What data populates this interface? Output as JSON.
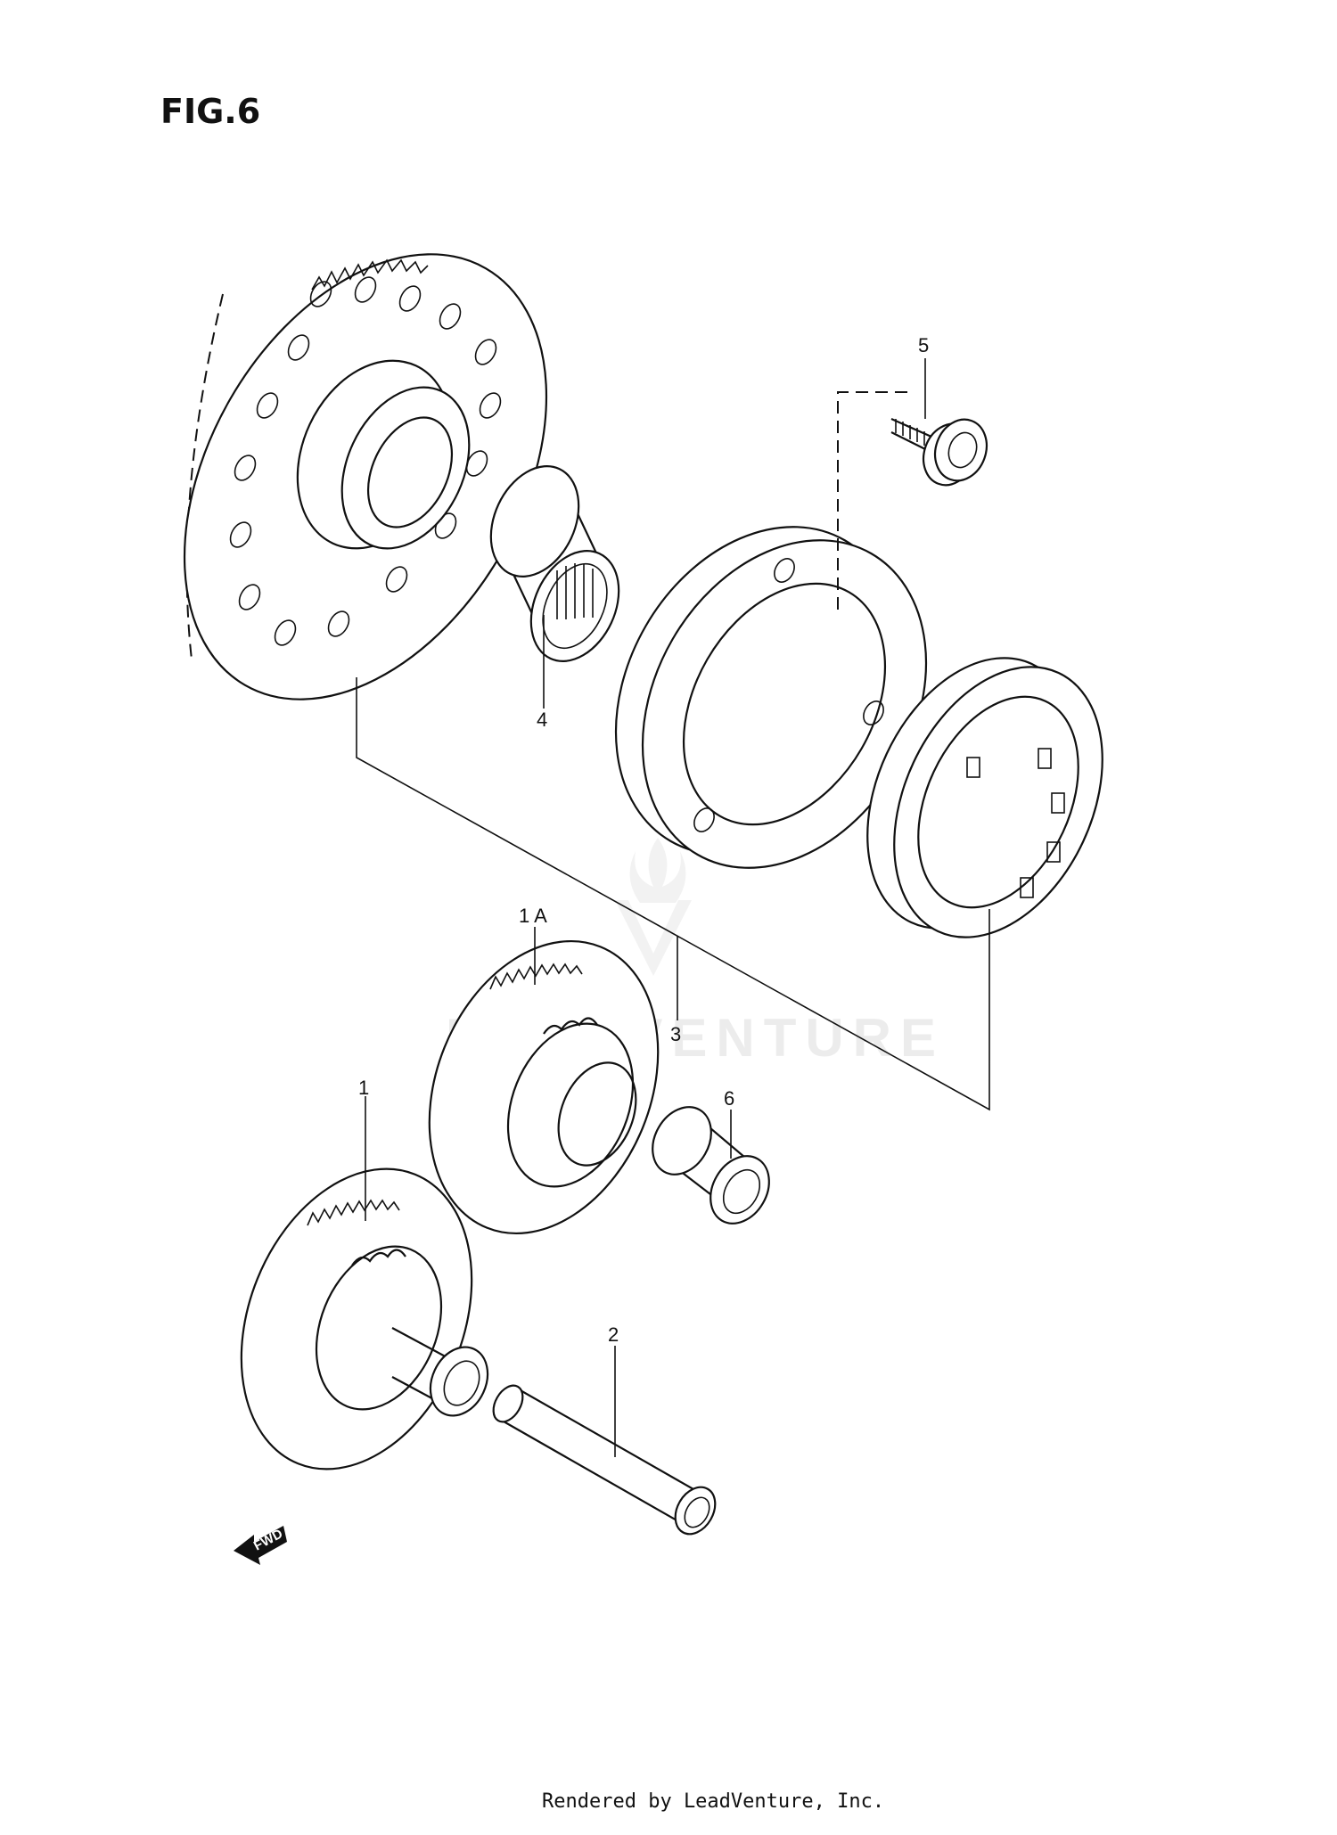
{
  "figure": {
    "title": "FIG.6"
  },
  "callouts": [
    {
      "id": "1",
      "label": "1"
    },
    {
      "id": "1a",
      "label": "1 A"
    },
    {
      "id": "2",
      "label": "2"
    },
    {
      "id": "3",
      "label": "3"
    },
    {
      "id": "4",
      "label": "4"
    },
    {
      "id": "5",
      "label": "5"
    },
    {
      "id": "6",
      "label": "6"
    }
  ],
  "direction_marker": {
    "label": "FWD",
    "icon": "fwd-arrow-icon"
  },
  "watermark": {
    "text": "LEADVENTURE",
    "icon": "leadventure-logo-icon"
  },
  "footer": {
    "credit": "Rendered by LeadVenture, Inc."
  }
}
